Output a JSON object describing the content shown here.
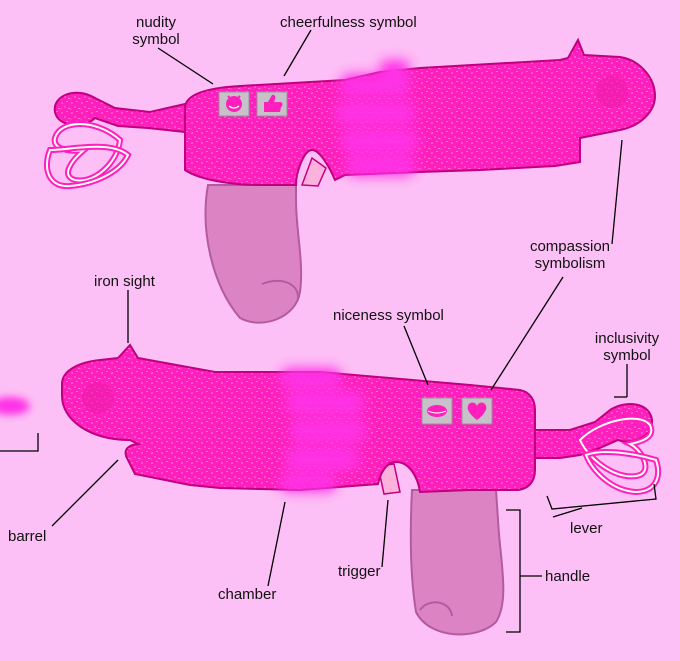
{
  "colors": {
    "background": "#fdc0f6",
    "gun_body": "#ff1fbd",
    "gun_outline": "#c0007e",
    "glow": "#ff30e6",
    "handle": "#dc84c3",
    "handle_outline": "#b45a9f",
    "symbol_panel": "#c7c1c9"
  },
  "symbols": {
    "top_gun": [
      "cheerful-face-icon",
      "thumbs-up-icon"
    ],
    "bottom_gun": [
      "lips-icon",
      "heart-icon"
    ]
  },
  "labels": {
    "nudity": "nudity\nsymbol",
    "cheerfulness": "cheerfulness symbol",
    "compassion": "compassion\nsymbolism",
    "iron_sight": "iron sight",
    "niceness": "niceness symbol",
    "inclusivity": "inclusivity\nsymbol",
    "barrel": "barrel",
    "lever": "lever",
    "chamber": "chamber",
    "trigger": "trigger",
    "handle": "handle"
  }
}
